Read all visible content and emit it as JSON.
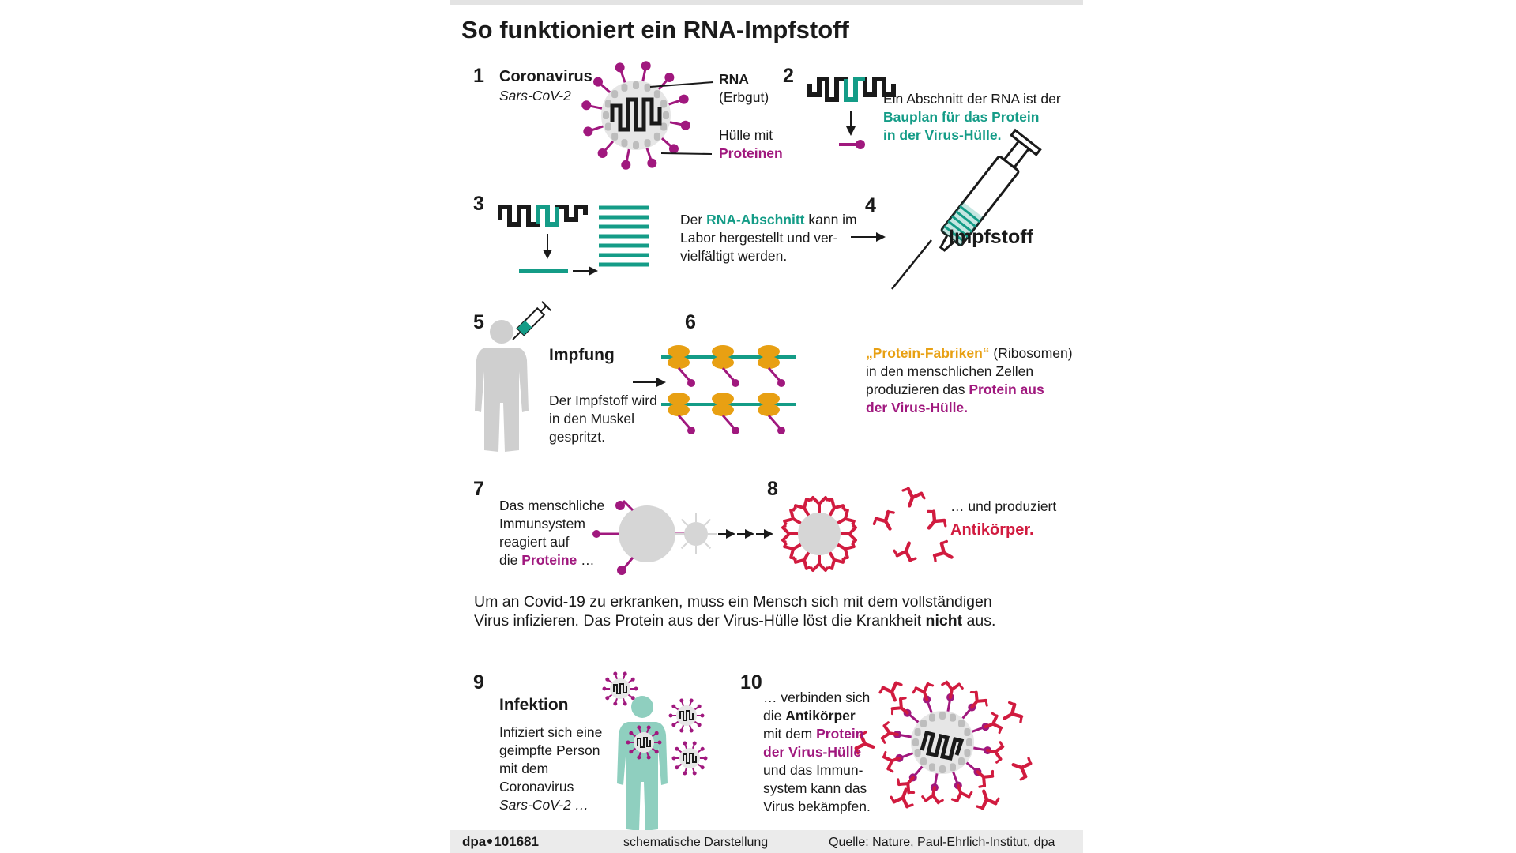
{
  "title": "So funktioniert ein RNA-Impfstoff",
  "step1": {
    "number": "1",
    "name": "Coronavirus",
    "species": "Sars-CoV-2",
    "rna_label": "RNA",
    "rna_sub": "(Erbgut)",
    "shell_label": "Hülle mit",
    "shell_proteins": "Proteinen"
  },
  "step2": {
    "number": "2",
    "text_line1": "Ein Abschnitt der RNA ist der",
    "highlight_line1": "Bauplan für das Protein",
    "highlight_line2": "in der Virus-Hülle."
  },
  "step3": {
    "number": "3",
    "text_prefix": "Der ",
    "highlight": "RNA-Abschnitt",
    "text_suffix": " kann im",
    "line2": "Labor hergestellt und ver-",
    "line3": "vielfältigt werden."
  },
  "step4": {
    "number": "4",
    "label": "Impfstoff"
  },
  "step5": {
    "number": "5",
    "heading": "Impfung",
    "line1": "Der Impfstoff wird",
    "line2": "in den Muskel",
    "line3": "gespritzt."
  },
  "step6": {
    "number": "6",
    "highlight": "„Protein-Fabriken“",
    "text_suffix": " (Ribosomen)",
    "line2": "in den menschlichen Zellen",
    "line3_prefix": "produzieren das ",
    "line3_highlight": "Protein aus",
    "line4_highlight": "der Virus-Hülle."
  },
  "step7": {
    "number": "7",
    "line1": "Das menschliche",
    "line2": "Immunsystem",
    "line3": "reagiert auf",
    "line4_prefix": "die ",
    "line4_highlight": "Proteine",
    "line4_suffix": " …"
  },
  "step8": {
    "number": "8",
    "line1": "… und produziert",
    "highlight": "Antikörper."
  },
  "note": {
    "line1": "Um an Covid-19 zu erkranken, muss ein Mensch sich mit dem vollständigen",
    "line2_prefix": "Virus infizieren. Das Protein aus der Virus-Hülle löst die Krankheit ",
    "line2_bold": "nicht",
    "line2_suffix": " aus."
  },
  "step9": {
    "number": "9",
    "heading": "Infektion",
    "line1": "Infiziert sich eine",
    "line2": "geimpfte Person",
    "line3": "mit dem",
    "line4": "Coronavirus",
    "line5": "Sars-CoV-2 …"
  },
  "step10": {
    "number": "10",
    "line1": "… verbinden sich",
    "line2_prefix": "die ",
    "line2_bold": "Antikörper",
    "line3_prefix": "mit dem ",
    "line3_highlight": "Protein",
    "line4_highlight": "der Virus-Hülle",
    "line5": "und das Immun-",
    "line6": "system kann das",
    "line7": "Virus bekämpfen."
  },
  "footer": {
    "agency": "dpa",
    "code": "101681",
    "note": "schematische Darstellung",
    "source": "Quelle: Nature, Paul-Ehrlich-Institut, dpa"
  },
  "colors": {
    "teal": "#149c87",
    "magenta": "#a0187e",
    "orange": "#e8a013",
    "red": "#d11b3f",
    "gray": "#d6d6d6",
    "black": "#1a1a1a"
  },
  "icons": [
    "virus-icon",
    "rna-strand-icon",
    "syringe-icon",
    "person-icon",
    "ribosome-icon",
    "antibody-icon",
    "arrow-icon"
  ]
}
